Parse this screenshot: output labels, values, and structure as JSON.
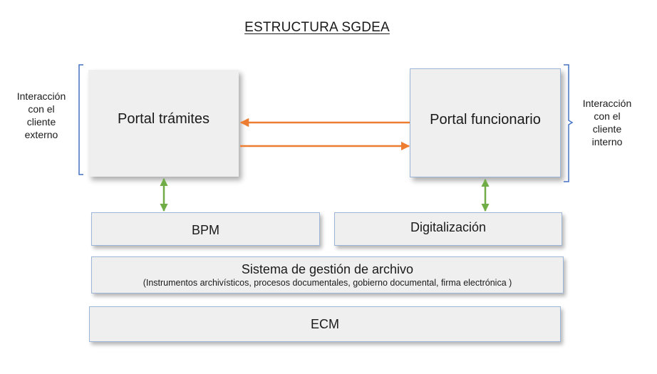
{
  "title": "ESTRUCTURA SGDEA",
  "side_labels": {
    "left": [
      "Interacción",
      "con el",
      "cliente",
      "externo"
    ],
    "right": [
      "Interacción",
      "con el",
      "cliente",
      "interno"
    ]
  },
  "boxes": {
    "portal_tramites": "Portal trámites",
    "portal_funcionario": "Portal funcionario",
    "bpm": "BPM",
    "digitalizacion": "Digitalización",
    "sistema_title": "Sistema de gestión de archivo",
    "sistema_subtitle": "(Instrumentos archivísticos, procesos documentales, gobierno documental, firma electrónica )",
    "ecm": "ECM"
  },
  "colors": {
    "box_fill": "#efefef",
    "arrow_orange": "#ed7d31",
    "arrow_green": "#70ad47",
    "bracket_blue": "#4472c4"
  }
}
